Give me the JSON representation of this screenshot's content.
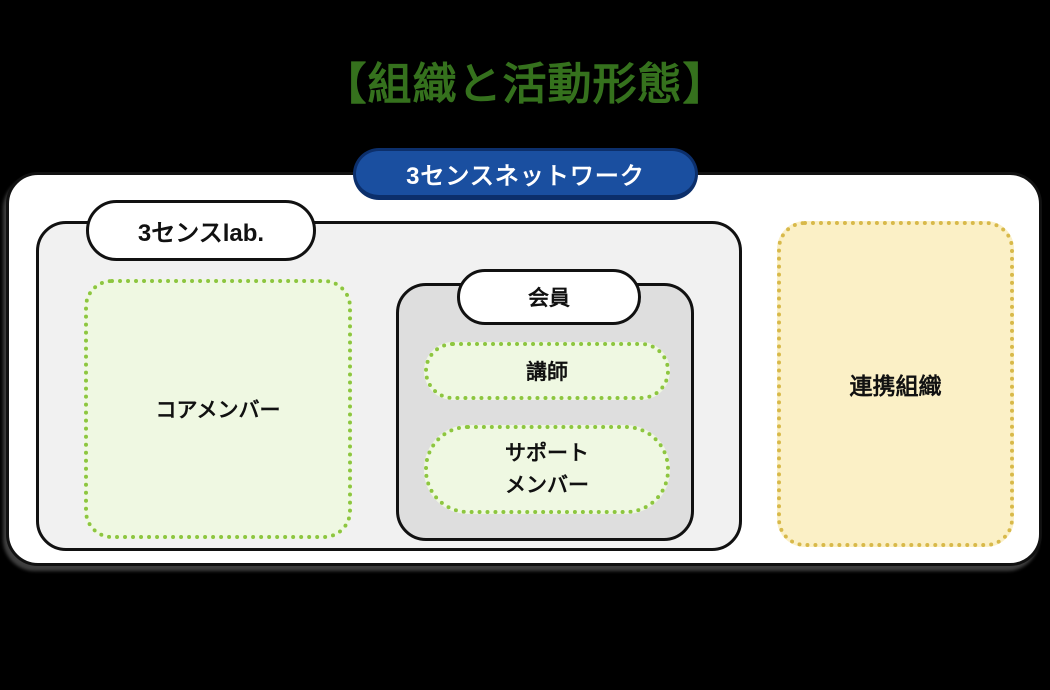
{
  "title": "【組織と活動形態】",
  "network": {
    "label": "3センスネットワーク"
  },
  "lab": {
    "label": "3センスlab."
  },
  "core": {
    "label": "コアメンバー"
  },
  "member_group": {
    "label": "会員",
    "koshi": {
      "label": "講師"
    },
    "support": {
      "line1": "サポート",
      "line2": "メンバー"
    }
  },
  "partner": {
    "label": "連携組織"
  },
  "colors": {
    "title_green": "#35711d",
    "network_blue": "#1a4fa0",
    "network_border": "#0c2f6b",
    "gray_fill": "#f1f1f1",
    "dark_gray_fill": "#dedede",
    "light_green_fill": "#eff8e2",
    "dotted_green": "#8dc63f",
    "yellow_fill": "#fbf0c6",
    "yellow_border": "#d8b94a",
    "background": "#000000"
  }
}
